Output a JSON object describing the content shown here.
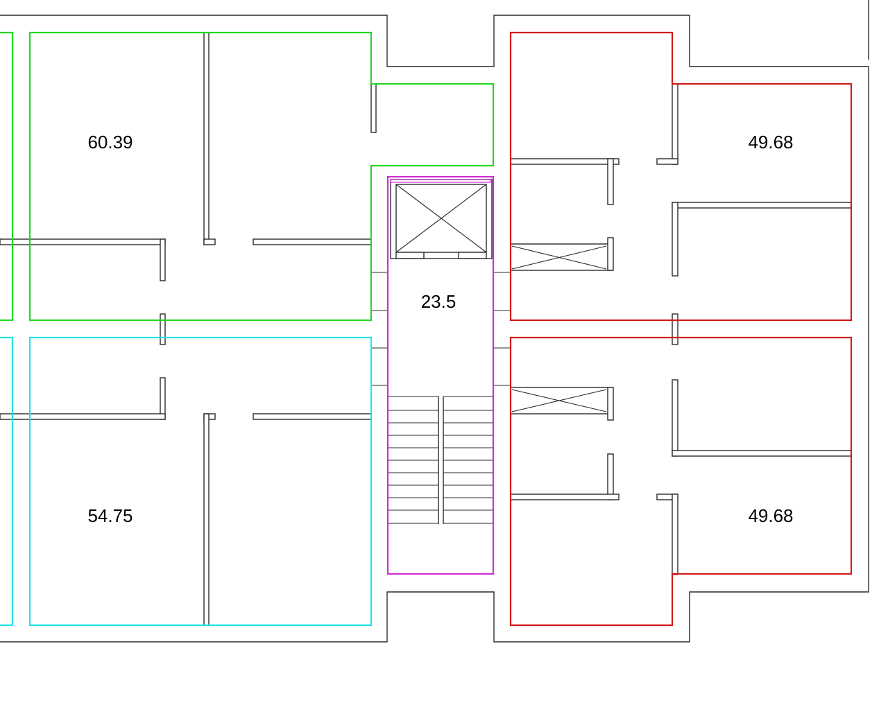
{
  "colors": {
    "wall": "#2a2a2a",
    "unit_green": "#22d822",
    "unit_cyan": "#22e2ea",
    "unit_red": "#d21a1a",
    "core_magenta": "#d12ad6"
  },
  "units": [
    {
      "id": "unit-top-left",
      "area": "60.39",
      "color": "unit_green"
    },
    {
      "id": "unit-bottom-left",
      "area": "54.75",
      "color": "unit_cyan"
    },
    {
      "id": "core",
      "area": "23.5",
      "color": "core_magenta"
    },
    {
      "id": "unit-top-right",
      "area": "49.68",
      "color": "unit_red"
    },
    {
      "id": "unit-bottom-right",
      "area": "49.68",
      "color": "unit_red"
    }
  ]
}
